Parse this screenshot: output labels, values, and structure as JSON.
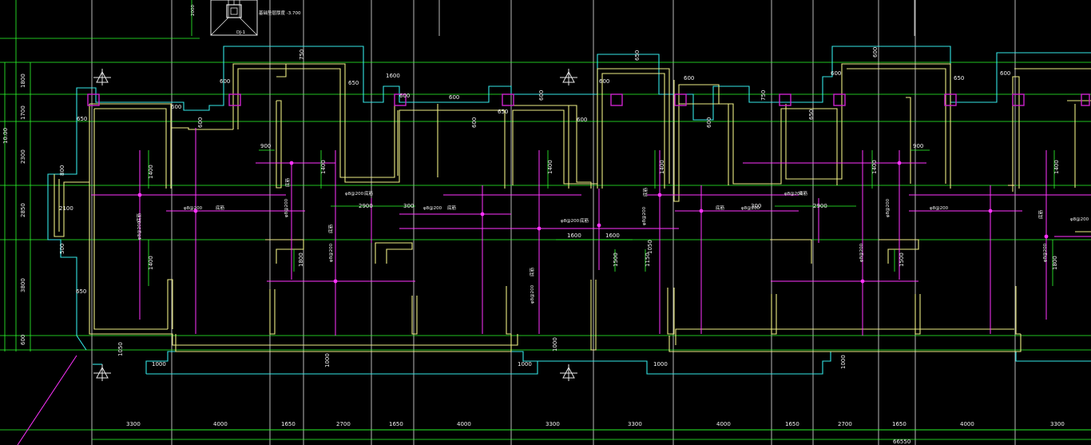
{
  "colors": {
    "background": "#000000",
    "grid_white": "#e8e8e8",
    "grid_green": "#2dff2d",
    "wall_yellow": "#ecec84",
    "outline_cyan": "#33e6e6",
    "rebar_magenta": "#ff33ff",
    "column_fill_magenta": "#cc22cc"
  },
  "detail": {
    "note": "基础垫层厚度 -3.700",
    "code": "DJ-1",
    "dim": "2000"
  },
  "left_dims": [
    "1800",
    "1700",
    "2300",
    "2850",
    "3800",
    "600"
  ],
  "left_total": "10.00",
  "bottom_dims": [
    "3300",
    "4000",
    "1650",
    "2700",
    "1650",
    "4000",
    "3300",
    "3300",
    "4000",
    "1650",
    "2700",
    "1650",
    "4000",
    "3300"
  ],
  "bottom_total": "66550",
  "wall_dims": [
    "650",
    "600",
    "750",
    "650",
    "600",
    "600",
    "1600",
    "600",
    "600",
    "600",
    "650",
    "600",
    "600",
    "650",
    "600",
    "600",
    "600",
    "750",
    "650",
    "600",
    "600",
    "650",
    "600",
    "2100",
    "800",
    "500",
    "650",
    "1050",
    "1000",
    "1000",
    "1000",
    "1000",
    "1000",
    "1000"
  ],
  "room_dims": [
    "1400",
    "900",
    "1400",
    "1400",
    "1400",
    "1400",
    "1400",
    "900",
    "1400",
    "1800",
    "1800",
    "1500",
    "1500",
    "1150",
    "1050",
    "2900",
    "300",
    "300",
    "2900",
    "1600",
    "1600"
  ],
  "rebar_labels": [
    "φ8@200",
    "φ8@200",
    "φ8@200",
    "φ8@200",
    "φ8@200",
    "φ8@200",
    "φ8@200",
    "φ8@200",
    "φ8@200",
    "φ8@200",
    "φ8@200",
    "φ8@200",
    "φ8@200",
    "φ8@200",
    "φ8@200",
    "φ8@200"
  ],
  "note_labels": [
    "底筋",
    "底筋",
    "底筋",
    "底筋",
    "底筋",
    "底筋",
    "底筋",
    "底筋",
    "底筋",
    "底筋",
    "底筋",
    "底筋"
  ]
}
